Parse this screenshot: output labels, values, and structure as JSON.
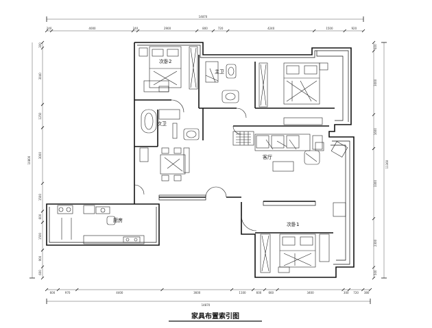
{
  "title": "家具布置索引图",
  "rooms": {
    "secondary_bedroom_2": "次卧2",
    "master_bath": "主卫",
    "secondary_bath": "次卫",
    "living_room": "客厅",
    "kitchen": "厨房",
    "secondary_bedroom_1": "次卧1"
  },
  "dimensions": {
    "top_total": "14870",
    "top_segments": [
      "240",
      "4000",
      "240",
      "2900",
      "800",
      "720",
      "4240",
      "1500",
      "920"
    ],
    "bottom_total": "14870",
    "bottom_segments": [
      "600",
      "970",
      "4400",
      "3600",
      "1100",
      "600",
      "660",
      "3400",
      "300",
      "720",
      "380"
    ],
    "left_total": "10800",
    "left_segments": [
      "300",
      "3040",
      "1250",
      "3000",
      "1500",
      "600",
      "1500",
      "900",
      "600"
    ],
    "right_total": "11360",
    "right_segments": [
      "400",
      "3000",
      "1600",
      "3300",
      "2300",
      "500"
    ]
  }
}
